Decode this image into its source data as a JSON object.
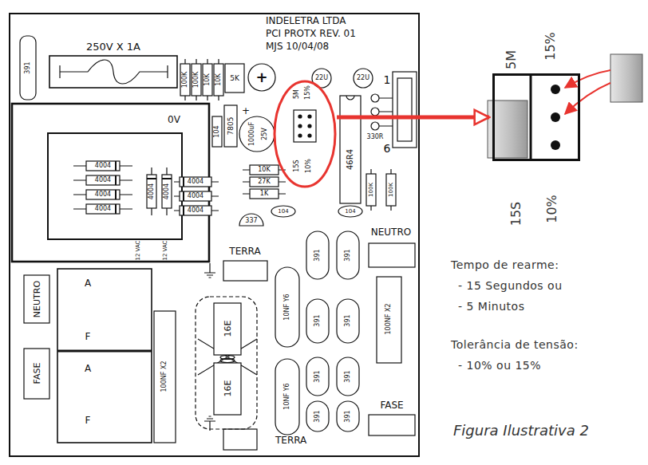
{
  "diagram": {
    "caption": "Figura Ilustrativa 2",
    "nodes": [
      {
        "text": [
          "5M",
          "15%",
          "15S",
          "10%"
        ]
      },
      {
        "text": [
          "5M",
          "15%",
          "15S",
          "10%"
        ]
      }
    ],
    "edges": [
      {
        "from": 0,
        "to": 1,
        "arrow": "to"
      }
    ],
    "labels": [
      "INDELETRA LTDA",
      "PCI PROTX REV. 01",
      "MJS 10/04/08",
      "250V X 1A",
      "391",
      "100K",
      "100K",
      "10K",
      "10K",
      "5K",
      "+",
      "+",
      "0V",
      "7805",
      "104",
      "1000uF",
      "25V",
      "22U",
      "22U",
      "1",
      "6",
      "330R",
      "46R4",
      "4004",
      "4004",
      "4004",
      "4004",
      "4004",
      "4004",
      "4004",
      "4004",
      "4004",
      "12 VAC",
      "12 VAC",
      "10K",
      "27K",
      "1K",
      "337",
      "104",
      "104",
      "100K",
      "100K",
      "NEUTRO",
      "TERRA",
      "NEUTRO",
      "A",
      "F",
      "A",
      "F",
      "FASE",
      "100NF X2",
      "16E",
      "16E",
      "10NF Y6",
      "10NF Y6",
      "391",
      "391",
      "391",
      "391",
      "391",
      "391",
      "391",
      "391",
      "100NF X2",
      "FASE",
      "TERRA",
      "Tempo de rearme:",
      "- 15 Segundos ou",
      "- 5 Minutos",
      "Tolerância de tensão:",
      "- 10% ou 15%"
    ]
  }
}
